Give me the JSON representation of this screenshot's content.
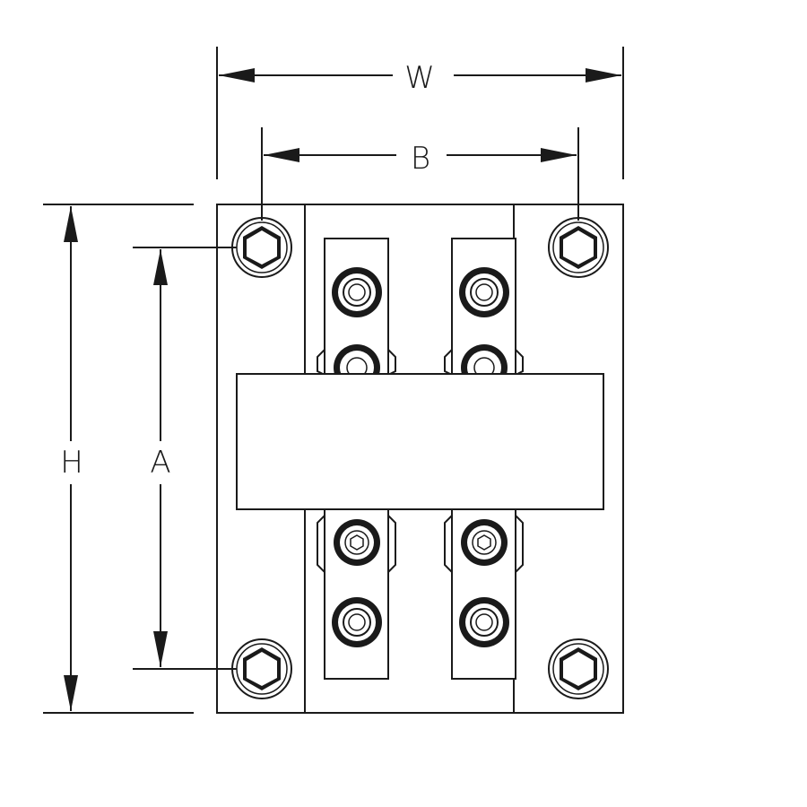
{
  "dimensions": {
    "w": "W",
    "b": "B",
    "h": "H",
    "a": "A"
  }
}
